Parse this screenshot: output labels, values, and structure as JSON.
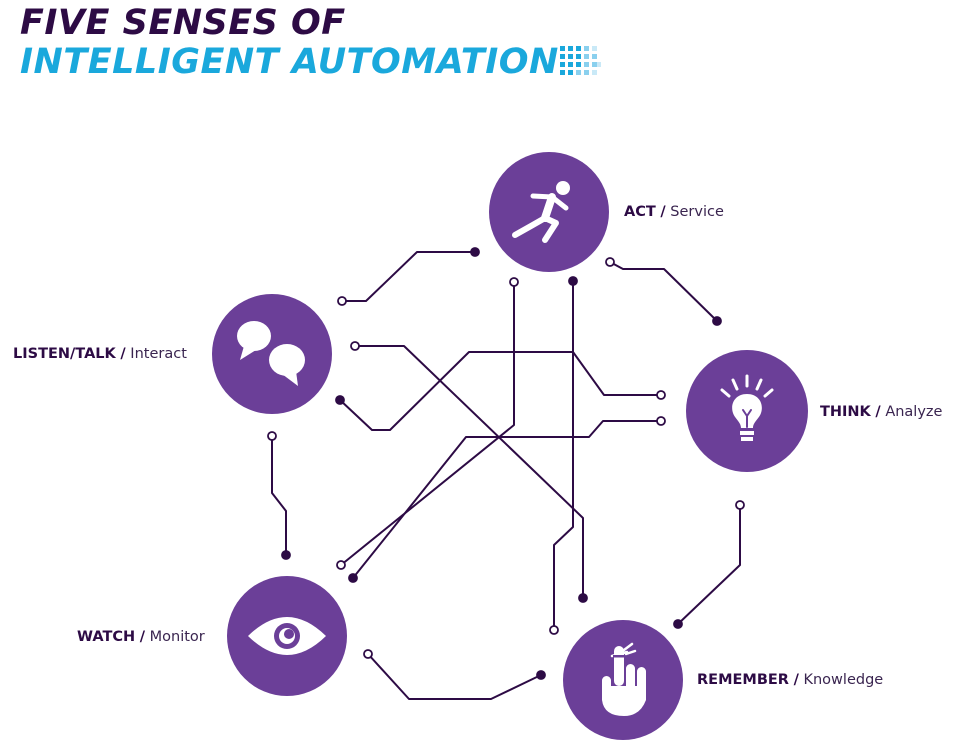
{
  "title": {
    "line1": "FIVE SENSES OF",
    "line2": "INTELLIGENT AUTOMATION"
  },
  "colors": {
    "purple": "#6b3f98",
    "dark_purple": "#2d0b45",
    "cyan": "#1aa8dc",
    "light_cyan": "#8ad0ee"
  },
  "senses": [
    {
      "id": "act",
      "name": "ACT",
      "sep": "/",
      "sub": "Service",
      "icon": "running-person-icon"
    },
    {
      "id": "listen",
      "name": "LISTEN/TALK",
      "sep": "/",
      "sub": "Interact",
      "icon": "speech-bubbles-icon"
    },
    {
      "id": "think",
      "name": "THINK",
      "sep": "/",
      "sub": "Analyze",
      "icon": "lightbulb-icon"
    },
    {
      "id": "watch",
      "name": "WATCH",
      "sep": "/",
      "sub": "Monitor",
      "icon": "eye-icon"
    },
    {
      "id": "remember",
      "name": "REMEMBER",
      "sep": "/",
      "sub": "Knowledge",
      "icon": "finger-string-icon"
    }
  ]
}
